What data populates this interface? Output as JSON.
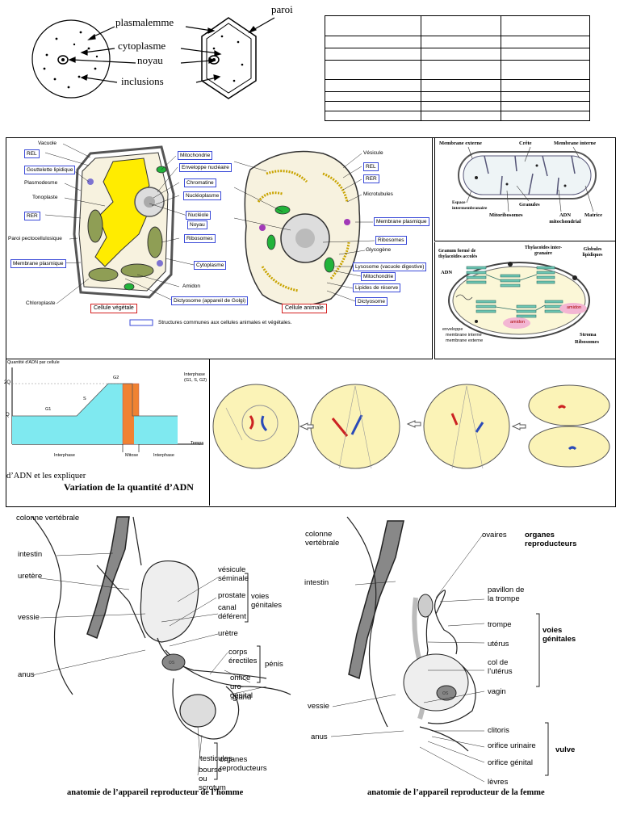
{
  "cells_top": {
    "labels": [
      "plasmalemme",
      "cytoplasme",
      "noyau",
      "inclusions",
      "paroi"
    ]
  },
  "empty_table": {
    "rows": 8,
    "cols": 3
  },
  "cell_diagram": {
    "plant_left_labels": [
      "Vacuole",
      "REL",
      "Gouttelette lipidique",
      "Plasmodesme",
      "Tonoplaste",
      "RER",
      "Paroi pectocellulosique",
      "Membrane plasmique",
      "Chloroplaste"
    ],
    "center_labels": [
      "Mitochondrie",
      "Enveloppe nucléaire",
      "Chromatine",
      "Nucléoplasme",
      "Nucléole",
      "Noyau",
      "Ribosomes",
      "Cytoplasme",
      "Amidon",
      "Dictyosome (appareil de Golgi)"
    ],
    "animal_right_labels": [
      "Vésicule",
      "REL",
      "RER",
      "Microtubules",
      "Membrane plasmique",
      "Ribosomes",
      "Glycogène",
      "Lysosome (vacuole digestive)",
      "Mitochondrie",
      "Lipides de réserve",
      "Dictyosome"
    ],
    "plant_title": "Cellule végétale",
    "animal_title": "Cellule animale",
    "legend": "Structures communes aux cellules animales et végétales."
  },
  "mitochondria": {
    "labels": [
      "Membrane externe",
      "Crête",
      "Membrane interne",
      "Espace intermembranaire",
      "Granules",
      "Mitoribosomes",
      "ADN mitochondrial",
      "Matrice"
    ]
  },
  "chloroplast": {
    "labels": [
      "Granum formé de thylacoïdes accolés",
      "Thylacoïdes inter-granaire",
      "Globules lipidiques",
      "ADN",
      "amidon",
      "amidon",
      "enveloppe",
      "membrane interne",
      "membrane externe",
      "Stroma",
      "Ribosomes"
    ]
  },
  "dna_chart": {
    "ylabel": "Quantité d'ADN par cellule",
    "phase_label": "Interphase (G1, S, G2)",
    "y_ticks": [
      "2Q",
      "Q"
    ],
    "phases": [
      "G1",
      "S",
      "G2"
    ],
    "x_labels": [
      "Interphase",
      "Mitose",
      "Interphase"
    ],
    "xlabel": "Temps",
    "caption_small": "d’ADN et les expliquer",
    "caption": "Variation de la quantité d’ADN"
  },
  "male": {
    "left_labels": [
      "colonne vertébrale",
      "intestin",
      "uretère",
      "vessie",
      "anus"
    ],
    "right_labels": [
      "vésicule séminale",
      "prostate",
      "canal déférent",
      "urètre",
      "corps érectiles",
      "orifice uro-génital",
      "gland",
      "testicules",
      "bourse ou scrotum"
    ],
    "groups": [
      "voies génitales",
      "pénis",
      "organes reproducteurs"
    ],
    "os": "os",
    "caption": "anatomie de l’appareil reproducteur de l’homme"
  },
  "female": {
    "left_labels": [
      "colonne vertébrale",
      "intestin",
      "vessie",
      "anus"
    ],
    "right_labels": [
      "ovaires",
      "pavillon de la trompe",
      "trompe",
      "utérus",
      "col de l’utérus",
      "vagin",
      "clitoris",
      "orifice urinaire",
      "orifice génital",
      "lèvres"
    ],
    "groups": [
      "organes reproducteurs",
      "voies génitales",
      "vulve"
    ],
    "os": "os",
    "caption": "anatomie de l’appareil reproducteur de la femme"
  }
}
